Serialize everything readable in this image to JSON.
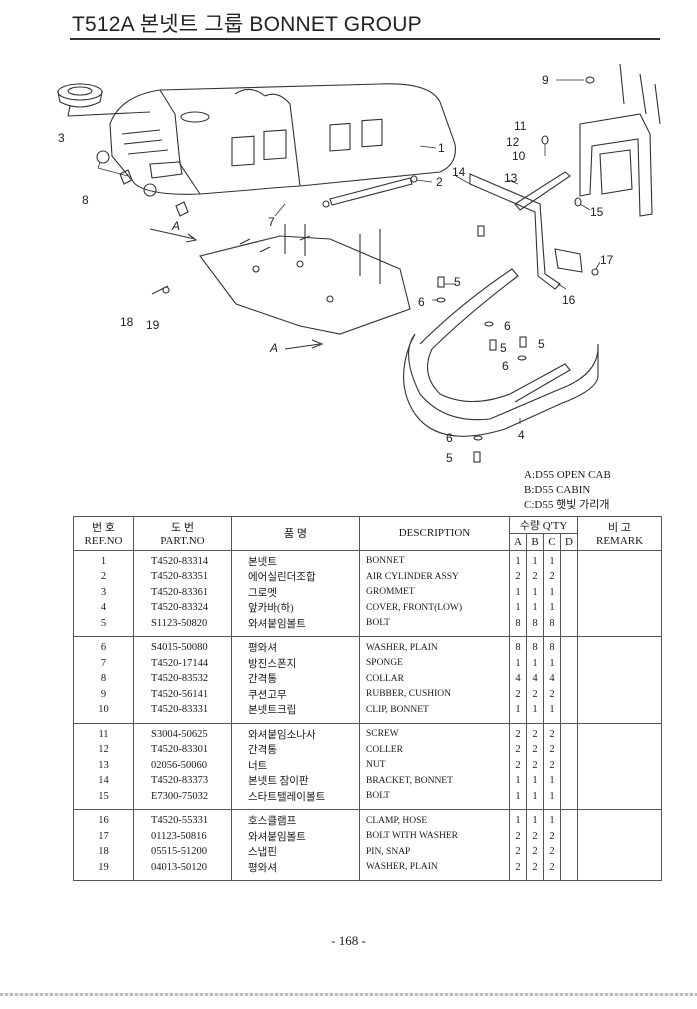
{
  "header": {
    "title": "T512A 본넷트 그룹 BONNET GROUP"
  },
  "diagram": {
    "callouts": [
      "1",
      "2",
      "3",
      "4",
      "5",
      "5",
      "5",
      "5",
      "6",
      "6",
      "6",
      "6",
      "7",
      "8",
      "9",
      "10",
      "11",
      "12",
      "13",
      "14",
      "15",
      "16",
      "17",
      "18",
      "19",
      "A",
      "A"
    ]
  },
  "variants": [
    "A:D55 OPEN CAB",
    "B:D55 CABIN",
    "C:D55 햇빛 가리개"
  ],
  "table": {
    "headers": {
      "ref_kor": "번 호",
      "ref_eng": "REF.NO",
      "part_kor": "도 번",
      "part_eng": "PART.NO",
      "name_kor": "품 명",
      "description": "DESCRIPTION",
      "qty": "수량 Q'TY",
      "a": "A",
      "b": "B",
      "c": "C",
      "d": "D",
      "remark_kor": "비 고",
      "remark_eng": "REMARK"
    },
    "groups": [
      [
        {
          "ref": "1",
          "part": "T4520-83314",
          "kor": "본넷트",
          "desc": "BONNET",
          "a": "1",
          "b": "1",
          "c": "1",
          "d": ""
        },
        {
          "ref": "2",
          "part": "T4520-83351",
          "kor": "에어실린더조합",
          "desc": "AIR CYLINDER ASSY",
          "a": "2",
          "b": "2",
          "c": "2",
          "d": ""
        },
        {
          "ref": "3",
          "part": "T4520-83361",
          "kor": "그로멧",
          "desc": "GROMMET",
          "a": "1",
          "b": "1",
          "c": "1",
          "d": ""
        },
        {
          "ref": "4",
          "part": "T4520-83324",
          "kor": "앞카바(하)",
          "desc": "COVER, FRONT(LOW)",
          "a": "1",
          "b": "1",
          "c": "1",
          "d": ""
        },
        {
          "ref": "5",
          "part": "S1123-50820",
          "kor": "와셔붙임볼트",
          "desc": "BOLT",
          "a": "8",
          "b": "8",
          "c": "8",
          "d": ""
        }
      ],
      [
        {
          "ref": "6",
          "part": "S4015-50080",
          "kor": "평와셔",
          "desc": "WASHER, PLAIN",
          "a": "8",
          "b": "8",
          "c": "8",
          "d": ""
        },
        {
          "ref": "7",
          "part": "T4520-17144",
          "kor": "방진스폰지",
          "desc": "SPONGE",
          "a": "1",
          "b": "1",
          "c": "1",
          "d": ""
        },
        {
          "ref": "8",
          "part": "T4520-83532",
          "kor": "간격통",
          "desc": "COLLAR",
          "a": "4",
          "b": "4",
          "c": "4",
          "d": ""
        },
        {
          "ref": "9",
          "part": "T4520-56141",
          "kor": "쿠션고무",
          "desc": "RUBBER, CUSHION",
          "a": "2",
          "b": "2",
          "c": "2",
          "d": ""
        },
        {
          "ref": "10",
          "part": "T4520-83331",
          "kor": "본넷트크립",
          "desc": "CLIP, BONNET",
          "a": "1",
          "b": "1",
          "c": "1",
          "d": ""
        }
      ],
      [
        {
          "ref": "11",
          "part": "S3004-50625",
          "kor": "와셔붙임소나사",
          "desc": "SCREW",
          "a": "2",
          "b": "2",
          "c": "2",
          "d": ""
        },
        {
          "ref": "12",
          "part": "T4520-83301",
          "kor": "간격통",
          "desc": "COLLER",
          "a": "2",
          "b": "2",
          "c": "2",
          "d": ""
        },
        {
          "ref": "13",
          "part": "02056-50060",
          "kor": "너트",
          "desc": "NUT",
          "a": "2",
          "b": "2",
          "c": "2",
          "d": ""
        },
        {
          "ref": "14",
          "part": "T4520-83373",
          "kor": "본넷트 잠이판",
          "desc": "BRACKET, BONNET",
          "a": "1",
          "b": "1",
          "c": "1",
          "d": ""
        },
        {
          "ref": "15",
          "part": "E7300-75032",
          "kor": "스타트텔레이볼트",
          "desc": "BOLT",
          "a": "1",
          "b": "1",
          "c": "1",
          "d": ""
        }
      ],
      [
        {
          "ref": "16",
          "part": "T4520-55331",
          "kor": "호스클램프",
          "desc": "CLAMP, HOSE",
          "a": "1",
          "b": "1",
          "c": "1",
          "d": ""
        },
        {
          "ref": "17",
          "part": "01123-50816",
          "kor": "와셔붙임볼트",
          "desc": "BOLT WITH WASHER",
          "a": "2",
          "b": "2",
          "c": "2",
          "d": ""
        },
        {
          "ref": "18",
          "part": "05515-51200",
          "kor": "스냅핀",
          "desc": "PIN, SNAP",
          "a": "2",
          "b": "2",
          "c": "2",
          "d": ""
        },
        {
          "ref": "19",
          "part": "04013-50120",
          "kor": "평와셔",
          "desc": "WASHER, PLAIN",
          "a": "2",
          "b": "2",
          "c": "2",
          "d": ""
        }
      ]
    ]
  },
  "footer": {
    "page": "- 168 -"
  }
}
